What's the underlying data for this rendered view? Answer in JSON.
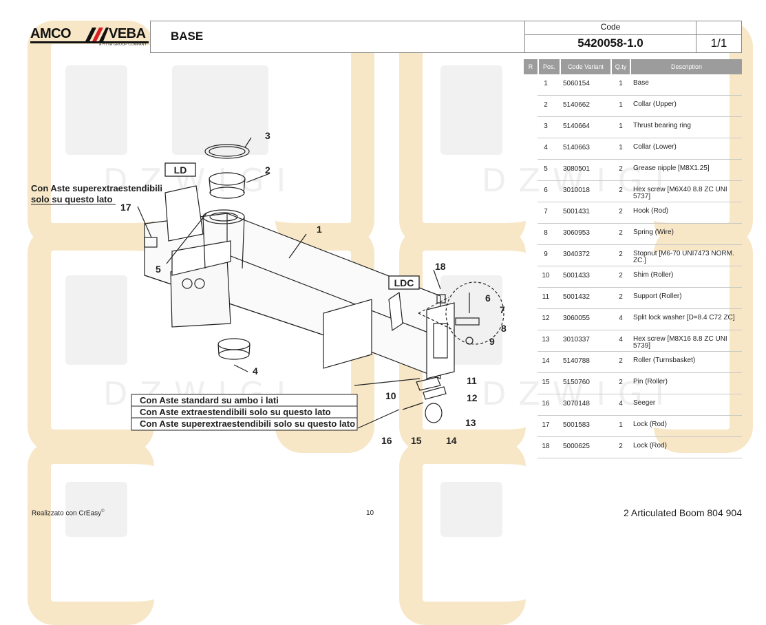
{
  "header": {
    "brand": "AMCO",
    "brand2": "VEBA",
    "brand_sub": "A HYVA GROUP COMPANY",
    "title": "BASE",
    "code_label": "Code",
    "code_value": "5420058-1.0",
    "page": "1/1"
  },
  "table": {
    "headers": {
      "r": "R",
      "pos": "Pos.",
      "code": "Code Variant",
      "qty": "Q.ty",
      "desc": "Description"
    },
    "rows": [
      {
        "pos": "1",
        "code": "5060154",
        "qty": "1",
        "desc": "Base"
      },
      {
        "pos": "2",
        "code": "5140662",
        "qty": "1",
        "desc": "Collar (Upper)"
      },
      {
        "pos": "3",
        "code": "5140664",
        "qty": "1",
        "desc": "Thrust bearing ring"
      },
      {
        "pos": "4",
        "code": "5140663",
        "qty": "1",
        "desc": "Collar (Lower)"
      },
      {
        "pos": "5",
        "code": "3080501",
        "qty": "2",
        "desc": "Grease nipple  [M8X1.25]"
      },
      {
        "pos": "6",
        "code": "3010018",
        "qty": "2",
        "desc": "Hex screw  [M6X40 8.8 ZC UNI 5737]"
      },
      {
        "pos": "7",
        "code": "5001431",
        "qty": "2",
        "desc": "Hook (Rod)"
      },
      {
        "pos": "8",
        "code": "3060953",
        "qty": "2",
        "desc": "Spring (Wire)"
      },
      {
        "pos": "9",
        "code": "3040372",
        "qty": "2",
        "desc": "Stopnut  [M6-70 UNI7473 NORM. ZC.]"
      },
      {
        "pos": "10",
        "code": "5001433",
        "qty": "2",
        "desc": "Shim (Roller)"
      },
      {
        "pos": "11",
        "code": "5001432",
        "qty": "2",
        "desc": "Support (Roller)"
      },
      {
        "pos": "12",
        "code": "3060055",
        "qty": "4",
        "desc": "Split lock washer  [D=8.4 C72 ZC]"
      },
      {
        "pos": "13",
        "code": "3010337",
        "qty": "4",
        "desc": "Hex screw  [M8X16 8.8 ZC UNI 5739]"
      },
      {
        "pos": "14",
        "code": "5140788",
        "qty": "2",
        "desc": "Roller (Turnsbasket)"
      },
      {
        "pos": "15",
        "code": "5150760",
        "qty": "2",
        "desc": "Pin (Roller)"
      },
      {
        "pos": "16",
        "code": "3070148",
        "qty": "4",
        "desc": "Seeger"
      },
      {
        "pos": "17",
        "code": "5001583",
        "qty": "1",
        "desc": "Lock (Rod)"
      },
      {
        "pos": "18",
        "code": "5000625",
        "qty": "2",
        "desc": "Lock (Rod)"
      }
    ]
  },
  "drawing": {
    "ld": "LD",
    "ldc": "LDC",
    "note_top_1": "Con Aste superextraestendibili",
    "note_top_2": "solo su questo lato",
    "legend_1": "Con Aste standard su ambo i lati",
    "legend_2": "Con Aste extraestendibili  solo su questo lato",
    "legend_3": "Con Aste superextraestendibili solo su questo lato",
    "callouts": [
      "1",
      "2",
      "3",
      "4",
      "5",
      "6",
      "7",
      "8",
      "9",
      "10",
      "11",
      "12",
      "13",
      "14",
      "15",
      "16",
      "17",
      "18"
    ]
  },
  "watermark": "DZWIGI",
  "footer": {
    "left": "Realizzato con CrEasy",
    "left_sup": "©",
    "page_number": "10",
    "right": "2 Articulated Boom 804 904"
  }
}
